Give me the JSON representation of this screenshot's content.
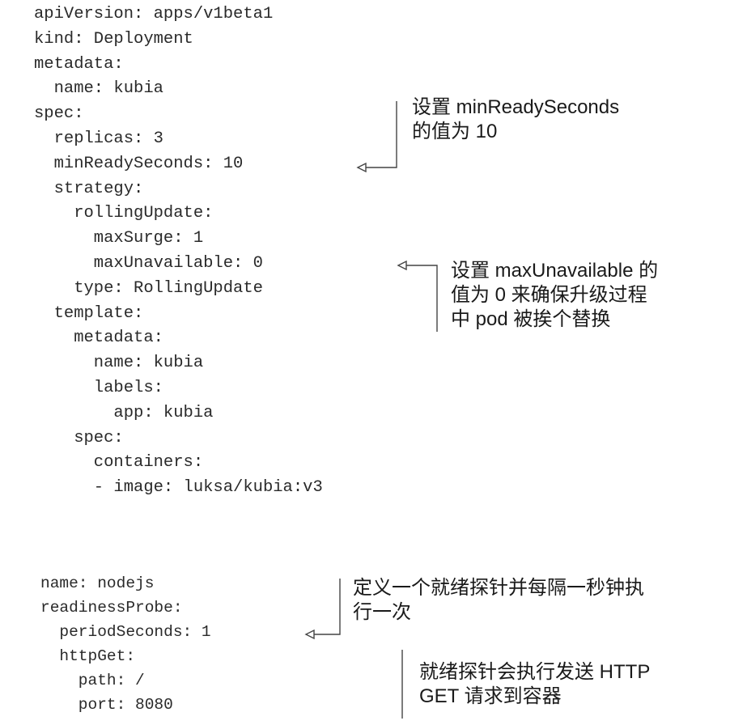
{
  "block1": {
    "lines": [
      "apiVersion: apps/v1beta1",
      "kind: Deployment",
      "metadata:",
      "  name: kubia",
      "spec:",
      "  replicas: 3",
      "  minReadySeconds: 10",
      "  strategy:",
      "    rollingUpdate:",
      "      maxSurge: 1",
      "      maxUnavailable: 0",
      "    type: RollingUpdate",
      "  template:",
      "    metadata:",
      "      name: kubia",
      "      labels:",
      "        app: kubia",
      "    spec:",
      "      containers:",
      "      - image: luksa/kubia:v3"
    ],
    "annotations": [
      {
        "lines": [
          "设置 minReadySeconds",
          "的值为 10"
        ]
      },
      {
        "lines": [
          "设置 maxUnavailable 的",
          "值为 0 来确保升级过程",
          "中 pod 被挨个替换"
        ]
      }
    ]
  },
  "block2": {
    "lines": [
      "name: nodejs",
      "readinessProbe:",
      "  periodSeconds: 1",
      "  httpGet:",
      "    path: /",
      "    port: 8080"
    ],
    "annotations": [
      {
        "lines": [
          "定义一个就绪探针并每隔一秒钟执",
          "行一次"
        ]
      },
      {
        "lines": [
          "就绪探针会执行发送 HTTP",
          "GET 请求到容器"
        ]
      }
    ]
  },
  "colors": {
    "text": "#2a2a2a",
    "callout_line": "#444444"
  }
}
